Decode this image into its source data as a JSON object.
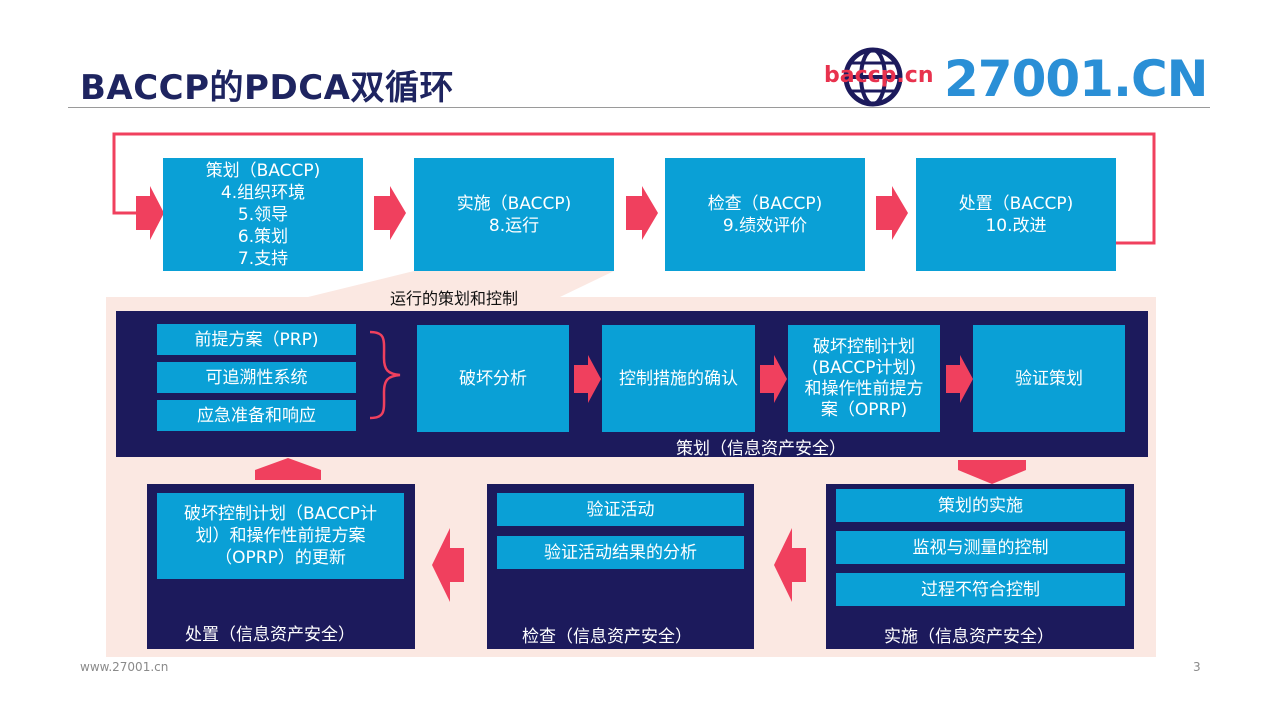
{
  "header": {
    "title": "BACCP的PDCA双循环",
    "logo_text": "baccp.cn",
    "brand": "27001.CN"
  },
  "top_cycle": [
    {
      "label": "策划（BACCP)\n4.组织环境\n5.领导\n6.策划\n7.支持"
    },
    {
      "label": "实施（BACCP)\n8.运行"
    },
    {
      "label": "检查（BACCP)\n9.绩效评价"
    },
    {
      "label": "处置（BACCP)\n10.改进"
    }
  ],
  "callout": "运行的策划和控制",
  "plan": {
    "caption": "策划（信息资产安全）",
    "prereqs": [
      "前提方案（PRP)",
      "可追溯性系统",
      "应急准备和响应"
    ],
    "steps": [
      "破坏分析",
      "控制措施的确认",
      "破坏控制计划\n(BACCP计划)\n和操作性前提方\n案（OPRP)",
      "验证策划"
    ]
  },
  "act": {
    "caption": "处置（信息资产安全）",
    "item": "破坏控制计划（BACCP计\n划）和操作性前提方案\n（OPRP）的更新"
  },
  "check": {
    "caption": "检查（信息资产安全）",
    "items": [
      "验证活动",
      "验证活动结果的分析"
    ]
  },
  "do": {
    "caption": "实施（信息资产安全）",
    "items": [
      "策划的实施",
      "监视与测量的控制",
      "过程不符合控制"
    ]
  },
  "footer": {
    "url": "www.27001.cn",
    "page": "3"
  },
  "colors": {
    "navy": "#1c1a5c",
    "blue": "#0aa0d6",
    "arrow": "#f0405e",
    "panel": "#fbe8e2",
    "title": "#1e2460"
  }
}
